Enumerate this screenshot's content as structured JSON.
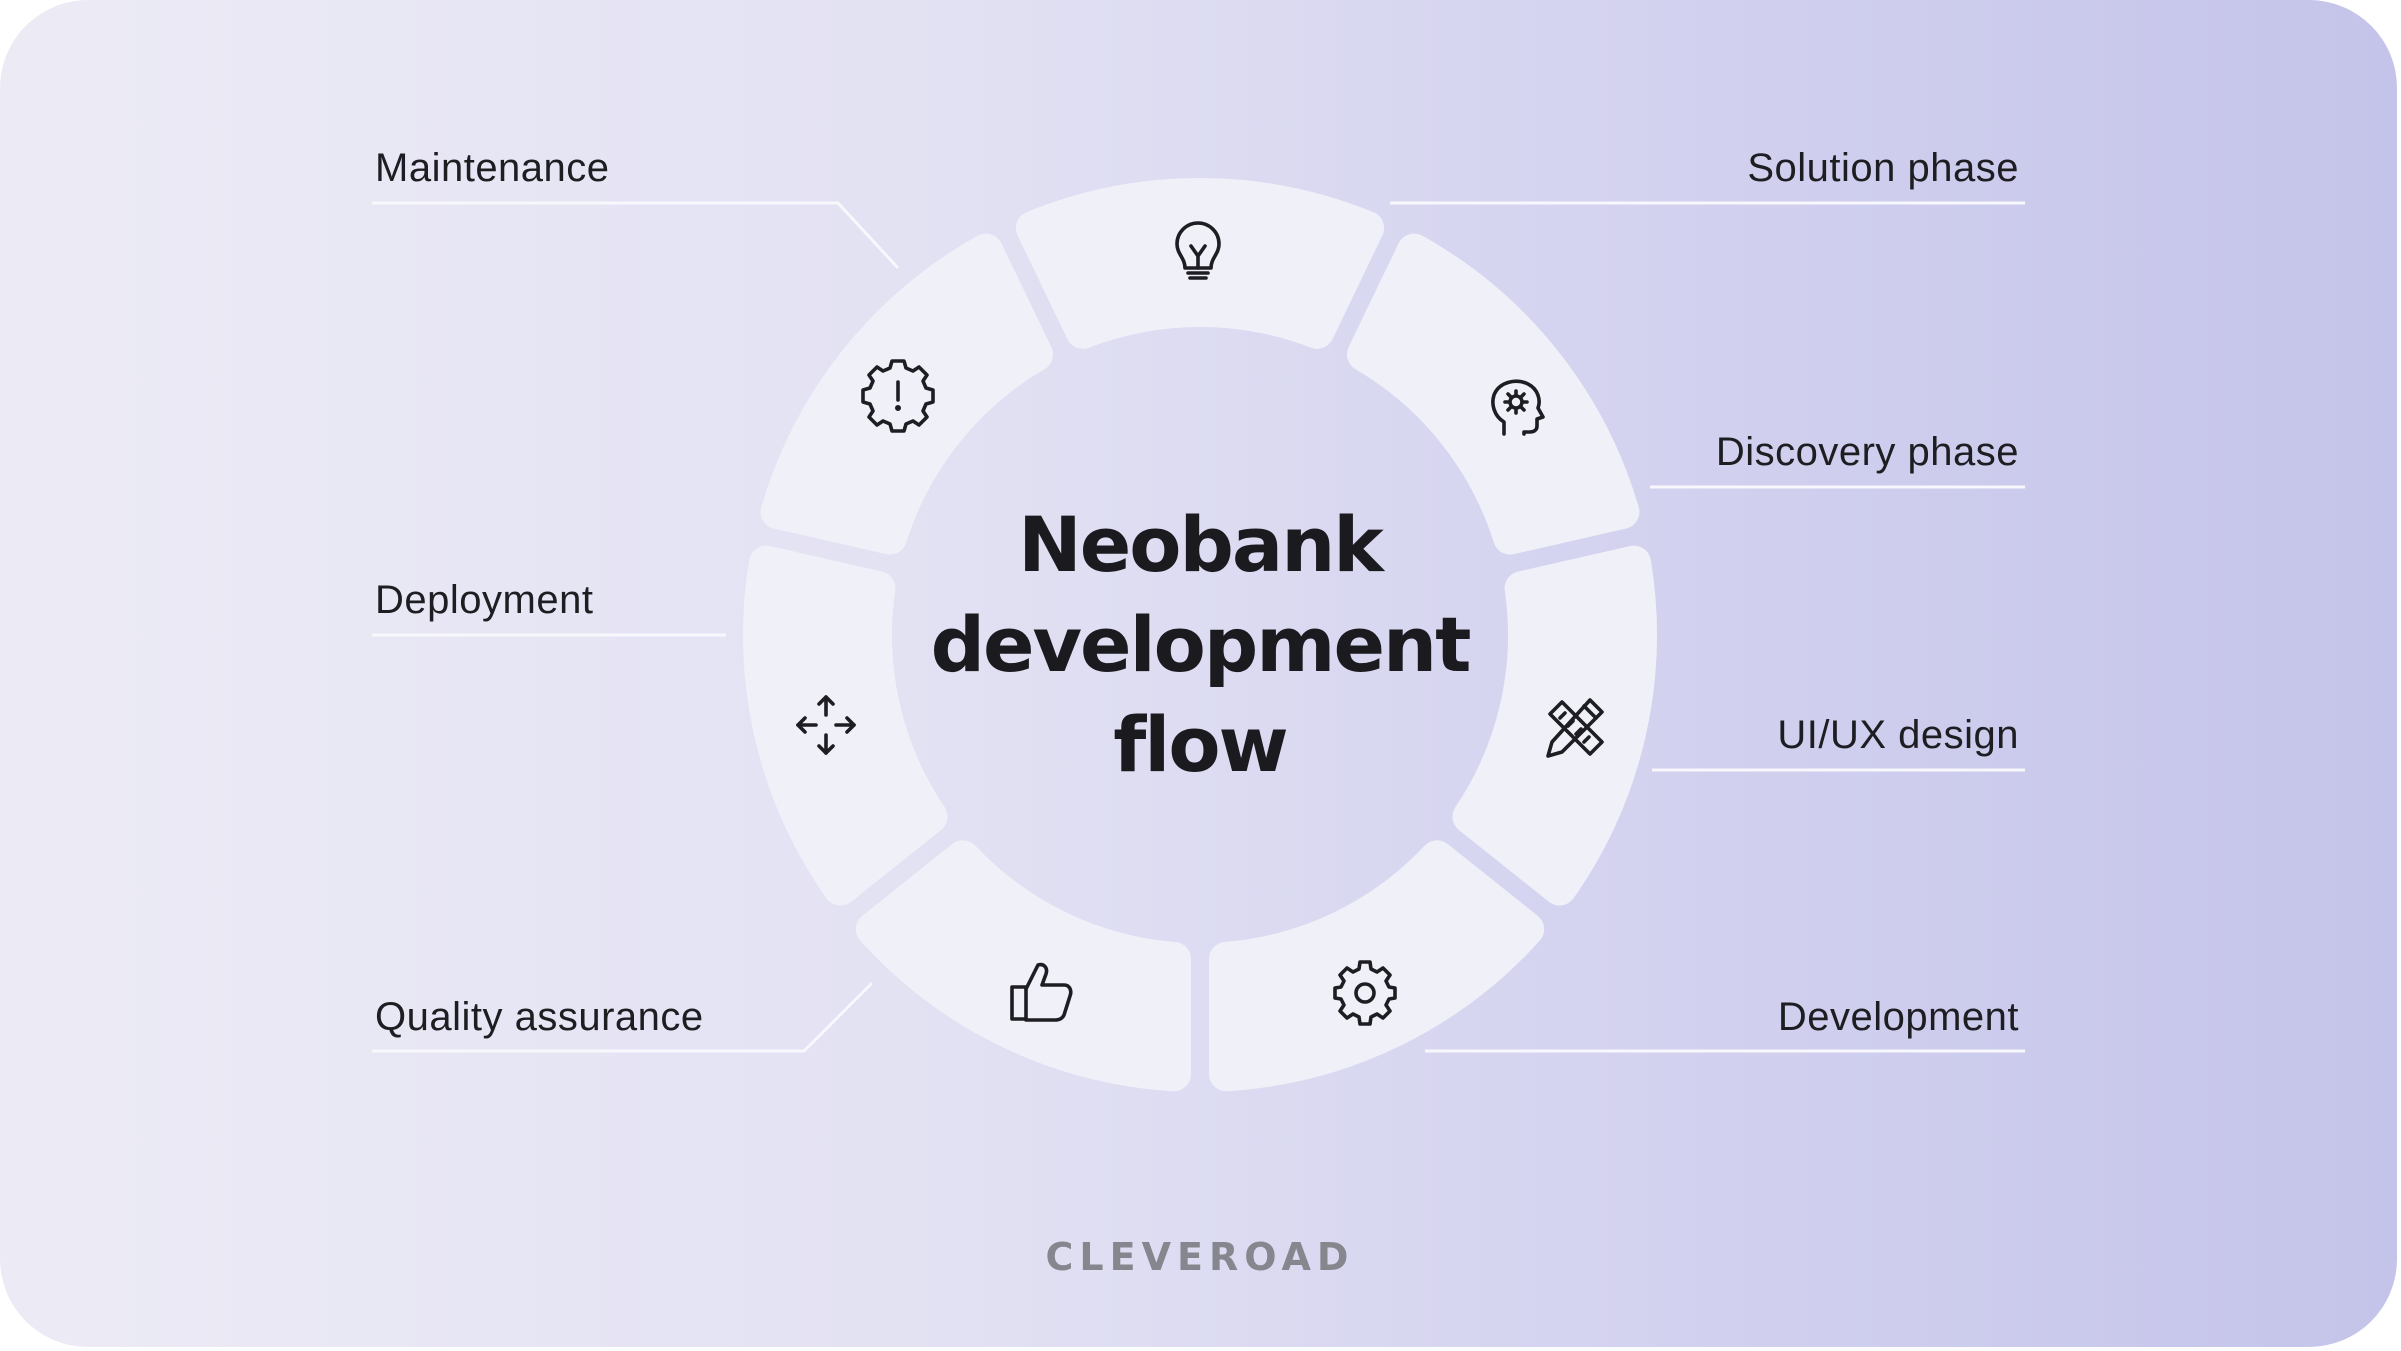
{
  "title_lines": [
    "Neobank",
    "development",
    "flow"
  ],
  "phases": {
    "solution": "Solution phase",
    "discovery": "Discovery phase",
    "uiux": "UI/UX design",
    "development": "Development",
    "quality": "Quality assurance",
    "deployment": "Deployment",
    "maintenance": "Maintenance"
  },
  "icons": {
    "solution": "lightbulb-icon",
    "discovery": "head-gear-icon",
    "uiux": "pencil-ruler-icon",
    "development": "gear-icon",
    "quality": "thumbs-up-icon",
    "deployment": "move-arrows-icon",
    "maintenance": "gear-alert-icon"
  },
  "brand": "CLEVEROAD",
  "colors": {
    "segment": "#f0f0f9",
    "connector": "#f7f7fc",
    "text": "#1d1d22",
    "brand": "#86868e"
  }
}
